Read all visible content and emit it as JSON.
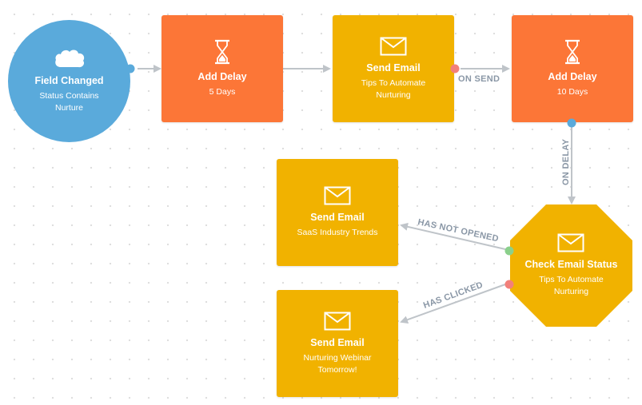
{
  "colors": {
    "trigger": "#5aaadb",
    "delay": "#fc7637",
    "email": "#f1b200",
    "connector": "#bfc4c9",
    "label": "#8a97a6",
    "port_blue": "#5aaadb",
    "port_red": "#f2807a",
    "port_green": "#8bd08b"
  },
  "nodes": {
    "trigger": {
      "title": "Field Changed",
      "subtitle": "Status Contains Nurture",
      "icon": "salesforce-cloud-icon"
    },
    "delay1": {
      "title": "Add Delay",
      "subtitle": "5 Days",
      "icon": "hourglass-icon"
    },
    "email1": {
      "title": "Send Email",
      "subtitle": "Tips To Automate Nurturing",
      "icon": "envelope-icon"
    },
    "delay2": {
      "title": "Add Delay",
      "subtitle": "10 Days",
      "icon": "hourglass-icon"
    },
    "check": {
      "title": "Check Email Status",
      "subtitle": "Tips To Automate Nurturing",
      "icon": "envelope-icon"
    },
    "email2": {
      "title": "Send Email",
      "subtitle": "SaaS Industry Trends",
      "icon": "envelope-icon"
    },
    "email3": {
      "title": "Send Email",
      "subtitle": "Nurturing Webinar Tomorrow!",
      "icon": "envelope-icon"
    }
  },
  "edges": {
    "on_send": "ON SEND",
    "on_delay": "ON DELAY",
    "has_not_opened": "HAS NOT OPENED",
    "has_clicked": "HAS CLICKED"
  }
}
